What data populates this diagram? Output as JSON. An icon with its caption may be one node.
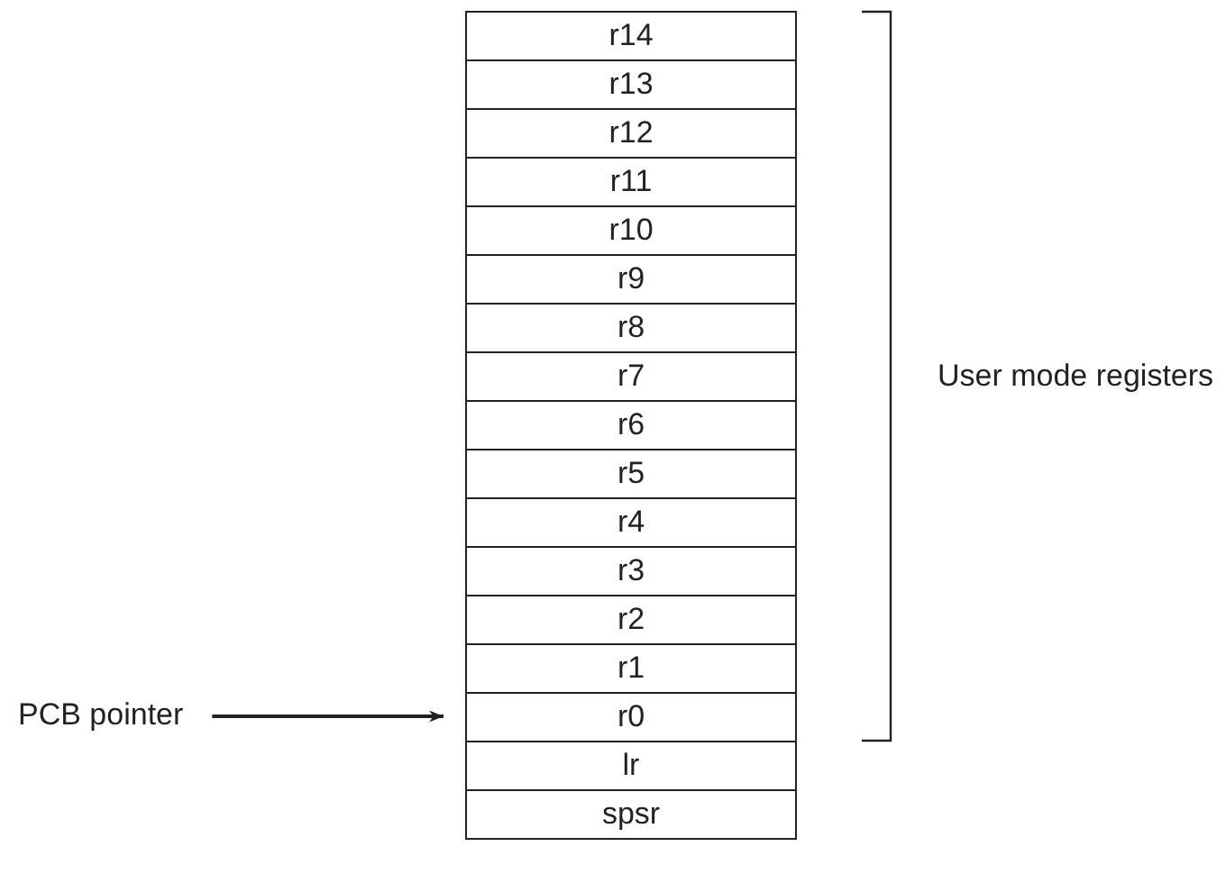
{
  "diagram": {
    "nodes": [
      {
        "text": [
          "r14"
        ]
      },
      {
        "text": [
          "r13"
        ]
      },
      {
        "text": [
          "r12"
        ]
      },
      {
        "text": [
          "r11"
        ]
      },
      {
        "text": [
          "r10"
        ]
      },
      {
        "text": [
          "r9"
        ]
      },
      {
        "text": [
          "r8"
        ]
      },
      {
        "text": [
          "r7"
        ]
      },
      {
        "text": [
          "r6"
        ]
      },
      {
        "text": [
          "r5"
        ]
      },
      {
        "text": [
          "r4"
        ]
      },
      {
        "text": [
          "r3"
        ]
      },
      {
        "text": [
          "r2"
        ]
      },
      {
        "text": [
          "r1"
        ]
      },
      {
        "text": [
          "r0"
        ]
      },
      {
        "text": [
          "lr"
        ]
      },
      {
        "text": [
          "spsr"
        ]
      },
      {
        "text": [
          "PCB pointer"
        ]
      }
    ],
    "edges": [
      {
        "from": 17,
        "to": 14,
        "arrow": "to"
      }
    ],
    "labels": [
      "User mode registers"
    ]
  }
}
